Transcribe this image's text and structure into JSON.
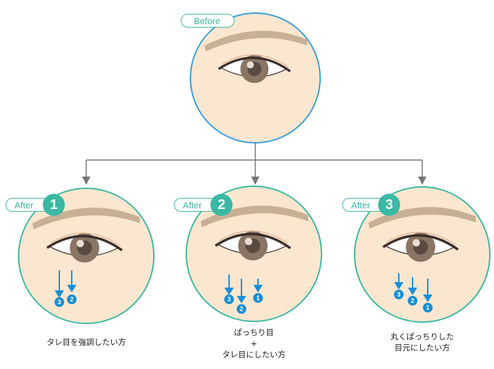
{
  "before": {
    "label": "Before"
  },
  "options": [
    {
      "after_label": "After",
      "number": "1",
      "caption_lines": [
        "タレ目を強調したい方"
      ],
      "markers": [
        "3",
        "2"
      ]
    },
    {
      "after_label": "After",
      "number": "2",
      "caption_lines": [
        "ぱっちり目",
        "+",
        "タレ目にしたい方"
      ],
      "markers": [
        "3",
        "2",
        "1"
      ]
    },
    {
      "after_label": "After",
      "number": "3",
      "caption_lines": [
        "丸くぱっちりした",
        "目元にしたい方"
      ],
      "markers": [
        "3",
        "2",
        "1"
      ]
    }
  ],
  "colors": {
    "accent": "#3bb8a3",
    "before_ring": "#3a9fd8",
    "skin": "#fbe7d0",
    "brow": "#c8b096",
    "iris": "#8a7565",
    "arrow_blue": "#1a8fd6",
    "connector": "#777777"
  }
}
